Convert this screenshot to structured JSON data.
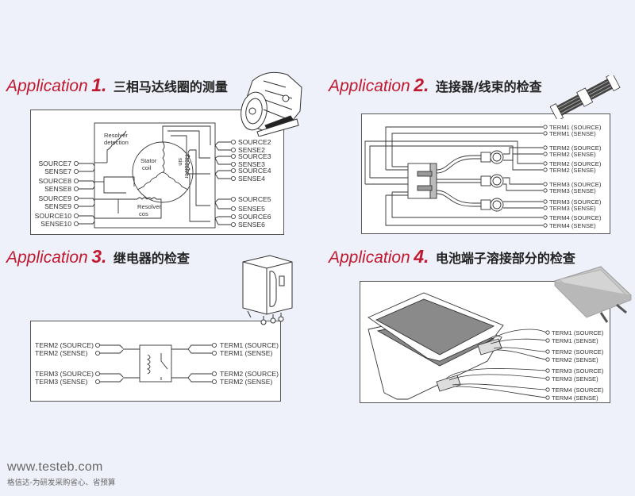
{
  "applications": [
    {
      "label": "Application",
      "number": "1.",
      "title_cn": "三相马达线圈的测量",
      "device_icon": "motor-icon",
      "left_terminals": [
        "SOURCE7",
        "SENSE7",
        "SOURCE8",
        "SENSE8",
        "SOURCE9",
        "SENSE9",
        "SOURCE10",
        "SENSE10"
      ],
      "right_terminals": [
        "SOURCE2",
        "SENSE2",
        "SOURCE3",
        "SENSE3",
        "SOURCE4",
        "SENSE4",
        "SOURCE5",
        "SENSE5",
        "SOURCE6",
        "SENSE6"
      ],
      "components": {
        "resolver_detection_1": "Resolver",
        "resolver_detection_2": "detection",
        "stator_1": "Stator",
        "stator_2": "coil",
        "resolver_sin_1": "Resolver",
        "resolver_sin_2": "sin",
        "resolver_cos_1": "Resolver",
        "resolver_cos_2": "cos"
      }
    },
    {
      "label": "Application",
      "number": "2.",
      "title_cn": "连接器/线束的检查",
      "device_icon": "wire-harness-icon",
      "right_terminals": [
        "TERM1 (SOURCE)",
        "TERM1 (SENSE)",
        "TERM2 (SOURCE)",
        "TERM2 (SENSE)",
        "TERM2 (SOURCE)",
        "TERM2 (SENSE)",
        "TERM3 (SOURCE)",
        "TERM3 (SENSE)",
        "TERM3 (SOURCE)",
        "TERM3 (SENSE)",
        "TERM4 (SOURCE)",
        "TERM4 (SENSE)"
      ]
    },
    {
      "label": "Application",
      "number": "3.",
      "title_cn": "继电器的检查",
      "device_icon": "relay-icon",
      "left_terminals": [
        "TERM2 (SOURCE)",
        "TERM2 (SENSE)",
        "TERM3 (SOURCE)",
        "TERM3 (SENSE)"
      ],
      "right_terminals": [
        "TERM1 (SOURCE)",
        "TERM1 (SENSE)",
        "TERM2 (SOURCE)",
        "TERM2 (SENSE)"
      ]
    },
    {
      "label": "Application",
      "number": "4.",
      "title_cn": "电池端子溶接部分的检查",
      "device_icon": "battery-pouch-icon",
      "right_terminals": [
        "TERM1 (SOURCE)",
        "TERM1 (SENSE)",
        "TERM2 (SOURCE)",
        "TERM2 (SENSE)",
        "TERM3 (SOURCE)",
        "TERM3 (SENSE)",
        "TERM4 (SOURCE)",
        "TERM4 (SENSE)"
      ]
    }
  ],
  "footer": {
    "url": "www.testeb.com",
    "tagline": "格信达-为研发采购省心、省预算"
  },
  "colors": {
    "accent": "#c0182f",
    "background": "#eef1f9",
    "line": "#333333"
  }
}
